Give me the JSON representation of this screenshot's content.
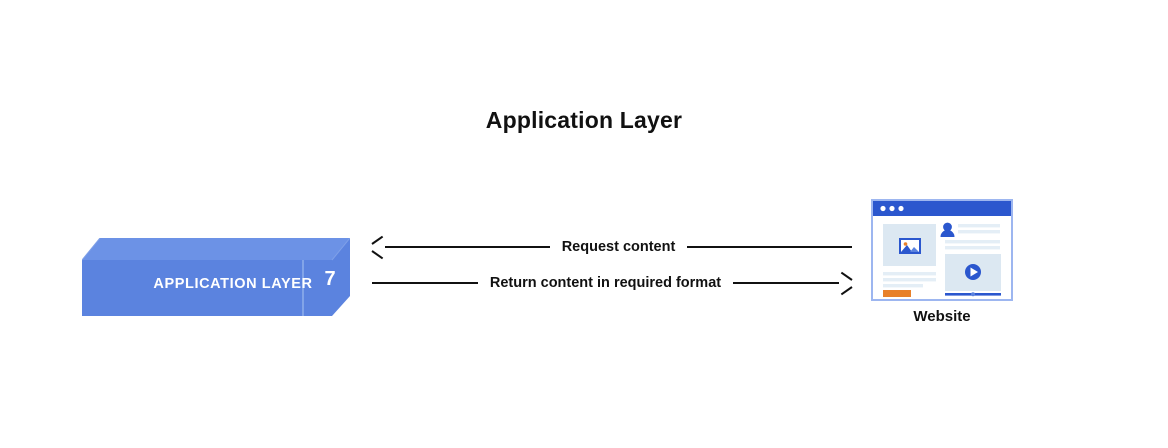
{
  "title": "Application Layer",
  "layer_box": {
    "label": "APPLICATION LAYER",
    "number": "7",
    "front_color": "#5B83DF",
    "side_color": "#5B83DF",
    "top_color": "#6C92E6"
  },
  "arrows": [
    {
      "label": "Request content",
      "direction": "left"
    },
    {
      "label": "Return content in required format",
      "direction": "right"
    }
  ],
  "website": {
    "caption": "Website",
    "icon_name": "browser-window-icon",
    "title_bar_color": "#2B57CE",
    "accent_color": "#2B57CE",
    "button_color": "#E8812A",
    "placeholder_color": "#DCE8F2"
  },
  "colors": {
    "background": "#FFFFFF",
    "text": "#111111",
    "blue": "#5B83DF",
    "orange": "#E8812A"
  }
}
